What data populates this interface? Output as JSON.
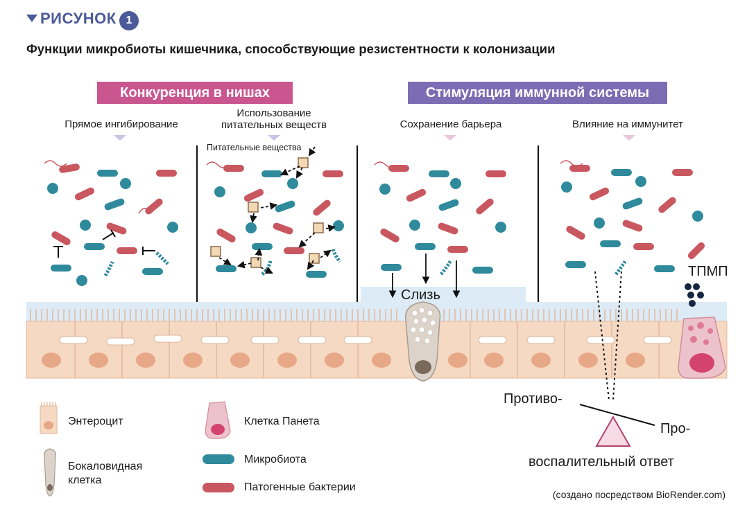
{
  "header": {
    "figure_label": "РИСУНОК",
    "figure_number": "1",
    "title": "Функции микробиоты кишечника, способствующие резистентности к колонизации"
  },
  "banners": {
    "niche_competition": "Конкуренция в нишах",
    "immune_stimulation": "Стимуляция иммунной системы"
  },
  "panels": {
    "direct_inhibition": "Прямое ингибирование",
    "nutrient_use_line1": "Использование",
    "nutrient_use_line2": "питательных веществ",
    "barrier_maintenance": "Сохранение барьера",
    "immune_influence": "Влияние на иммунитет"
  },
  "labels": {
    "nutrients": "Питательные вещества",
    "mucus": "Слизь",
    "amp": "ТПМП",
    "anti": "Противо-",
    "pro": "Про-",
    "inflammatory_response": "воспалительный ответ"
  },
  "legend": {
    "enterocyte": "Энтероцит",
    "goblet_cell_line1": "Бокаловидная",
    "goblet_cell_line2": "клетка",
    "paneth_cell": "Клетка Панета",
    "microbiota": "Микробиота",
    "pathogenic_bacteria": "Патогенные бактерии"
  },
  "credit": "(создано посредством BioRender.com)",
  "colors": {
    "figure_label": "#4b5a98",
    "niche_banner": "#c9568f",
    "immune_banner": "#7b6cb4",
    "microbiota": "#2f8a9c",
    "pathogen": "#c9575f",
    "enterocyte": "#f6d9c2",
    "mucus": "#dcebf5",
    "nutrient_box": "#f2d8b5",
    "paneth": "#ecc3cd"
  }
}
